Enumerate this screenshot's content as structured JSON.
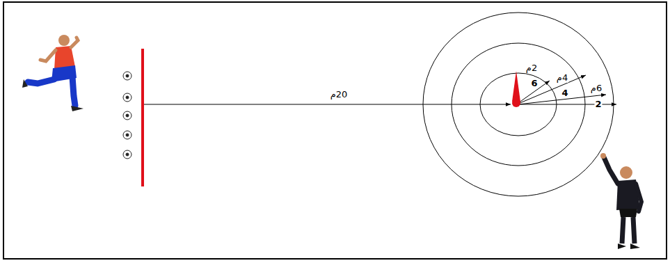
{
  "diagram": {
    "labels": [
      "20م",
      "2م",
      "6",
      "4م",
      "4",
      "6م",
      "2"
    ]
  }
}
